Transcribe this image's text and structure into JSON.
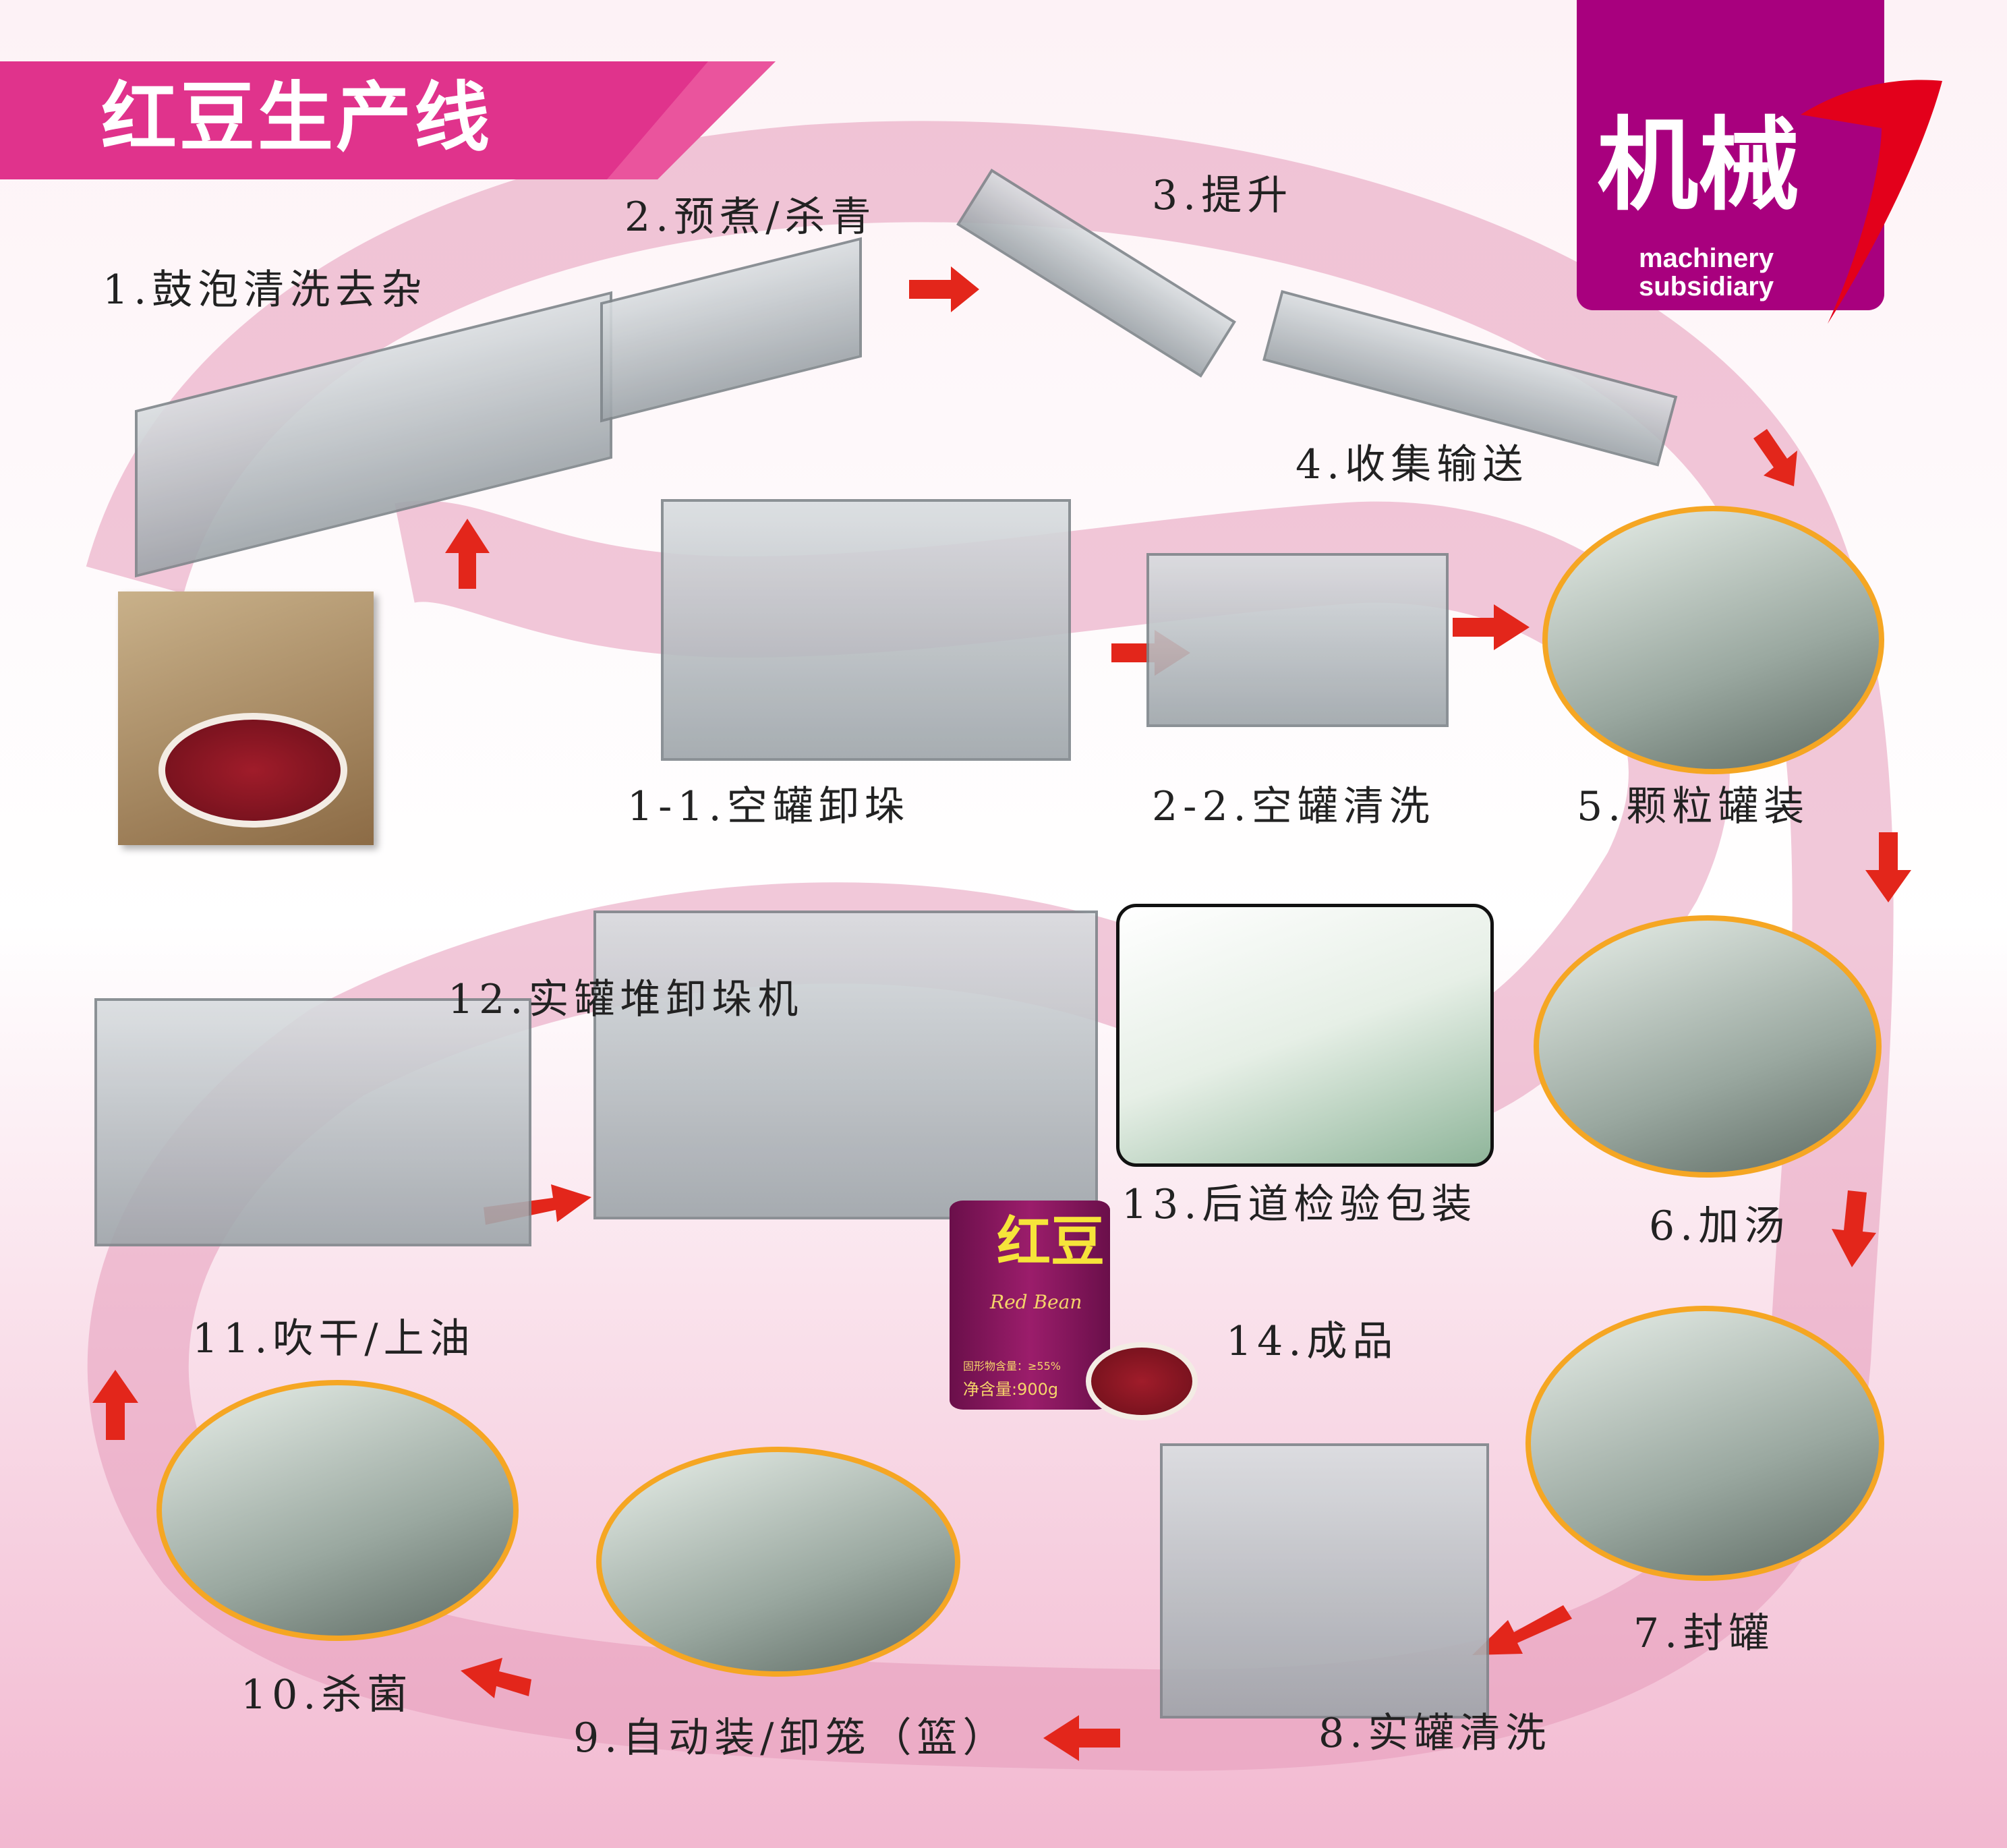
{
  "title": "红豆生产线",
  "logo": {
    "cn": "机械",
    "en_line1": "machinery",
    "en_line2": "subsidiary"
  },
  "colors": {
    "banner": "#e0338c",
    "logo": "#a8007e",
    "ribbon": "#e59ab9",
    "arrow": "#e3261b",
    "photo_border": "#f5a623"
  },
  "steps": [
    {
      "id": "1",
      "label": "1.鼓泡清洗去杂"
    },
    {
      "id": "2",
      "label": "2.预煮/杀青"
    },
    {
      "id": "3",
      "label": "3.提升"
    },
    {
      "id": "4",
      "label": "4.收集输送"
    },
    {
      "id": "1-1",
      "label": "1-1.空罐卸垛"
    },
    {
      "id": "2-2",
      "label": "2-2.空罐清洗"
    },
    {
      "id": "5",
      "label": "5.颗粒罐装"
    },
    {
      "id": "6",
      "label": "6.加汤"
    },
    {
      "id": "7",
      "label": "7.封罐"
    },
    {
      "id": "8",
      "label": "8.实罐清洗"
    },
    {
      "id": "9",
      "label": "9.自动装/卸笼（篮）"
    },
    {
      "id": "10",
      "label": "10.杀菌"
    },
    {
      "id": "11",
      "label": "11.吹干/上油"
    },
    {
      "id": "12",
      "label": "12.实罐堆卸垛机"
    },
    {
      "id": "13",
      "label": "13.后道检验包装"
    },
    {
      "id": "14",
      "label": "14.成品"
    }
  ],
  "product_can": {
    "cn": "红豆",
    "en": "Red Bean",
    "solids": "固形物含量：≥55%",
    "net": "净含量:900g"
  }
}
